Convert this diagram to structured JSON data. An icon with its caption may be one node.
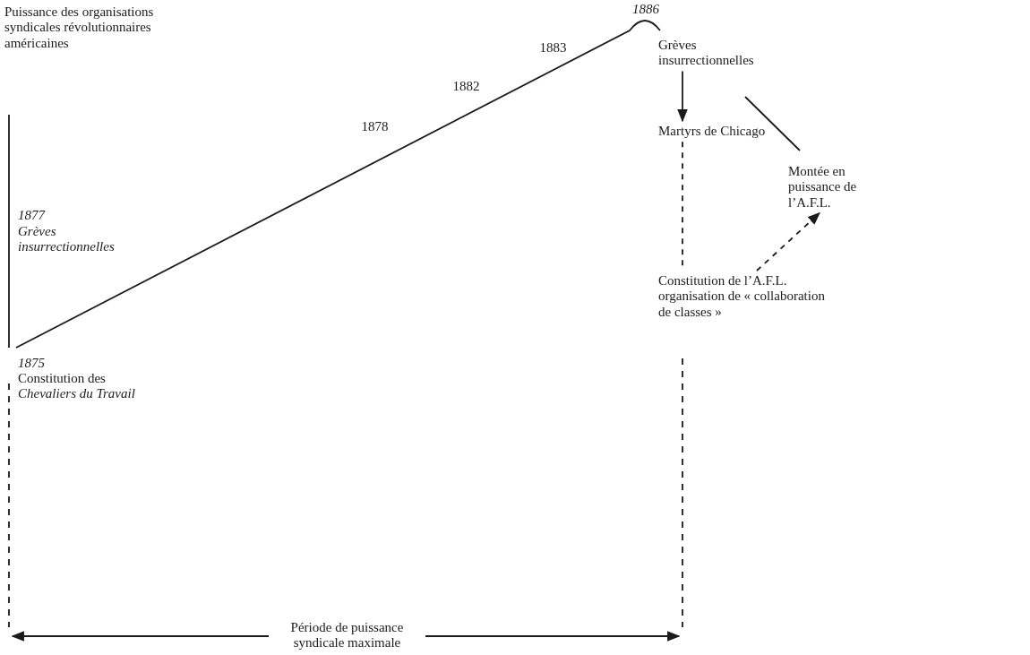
{
  "diagram": {
    "nodes": [
      {
        "text": [
          "Grèves insurrectionnelles"
        ]
      },
      {
        "text": [
          "Martyrs de Chicago"
        ]
      },
      {
        "text": [
          "Constitution de l’A.F.L. organisation de « collaboration de classes »"
        ]
      },
      {
        "text": [
          "Montée en puissance de l’A.F.L."
        ]
      }
    ],
    "edges": [
      {
        "from": 0,
        "to": 1,
        "arrow": "to"
      },
      {
        "from": 1,
        "to": 2,
        "arrow": "none",
        "style": "dashed"
      },
      {
        "from": 2,
        "to": 3,
        "arrow": "to",
        "style": "dashed"
      }
    ],
    "labels": [
      "Puissance des organisations syndicales révolutionnaires américaines",
      "1886",
      "1883",
      "1882",
      "1878",
      "1877",
      "Grèves insurrectionnelles",
      "1875",
      "Constitution des *Chevaliers du Travail*",
      "Période de puissance syndicale maximale"
    ]
  }
}
